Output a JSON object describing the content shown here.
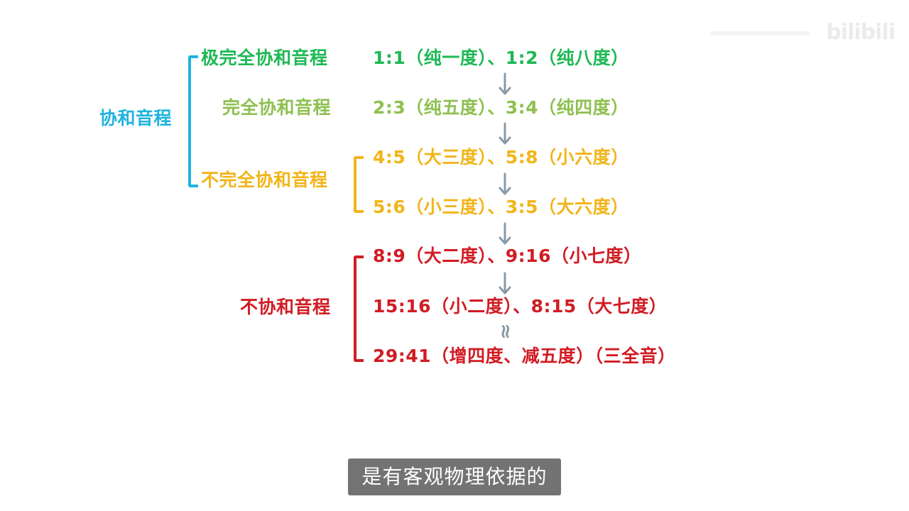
{
  "colors": {
    "cyan": "#1fb3de",
    "green": "#1db954",
    "light_green": "#8ec050",
    "yellow": "#f2b418",
    "red": "#d21b23",
    "arrow": "#8a9aa6"
  },
  "groups": {
    "consonant": "协和音程",
    "perfect_extreme": "极完全协和音程",
    "perfect": "完全协和音程",
    "imperfect": "不完全协和音程",
    "dissonant": "不协和音程"
  },
  "intervals": [
    {
      "text": "1:1（纯一度）、1:2（纯八度）",
      "color": "green"
    },
    {
      "text": "2:3（纯五度）、3:4（纯四度）",
      "color": "light_green"
    },
    {
      "text": "4:5（大三度）、5:8（小六度）",
      "color": "yellow"
    },
    {
      "text": "5:6（小三度）、3:5（大六度）",
      "color": "yellow"
    },
    {
      "text": "8:9（大二度）、9:16（小七度）",
      "color": "red"
    },
    {
      "text": "15:16（小二度）、8:15（大七度）",
      "color": "red"
    },
    {
      "text": "29:41（增四度、减五度）（三全音）",
      "color": "red"
    }
  ],
  "approx_symbol": "≈",
  "watermark": "bilibili",
  "subtitle": "是有客观物理依据的"
}
